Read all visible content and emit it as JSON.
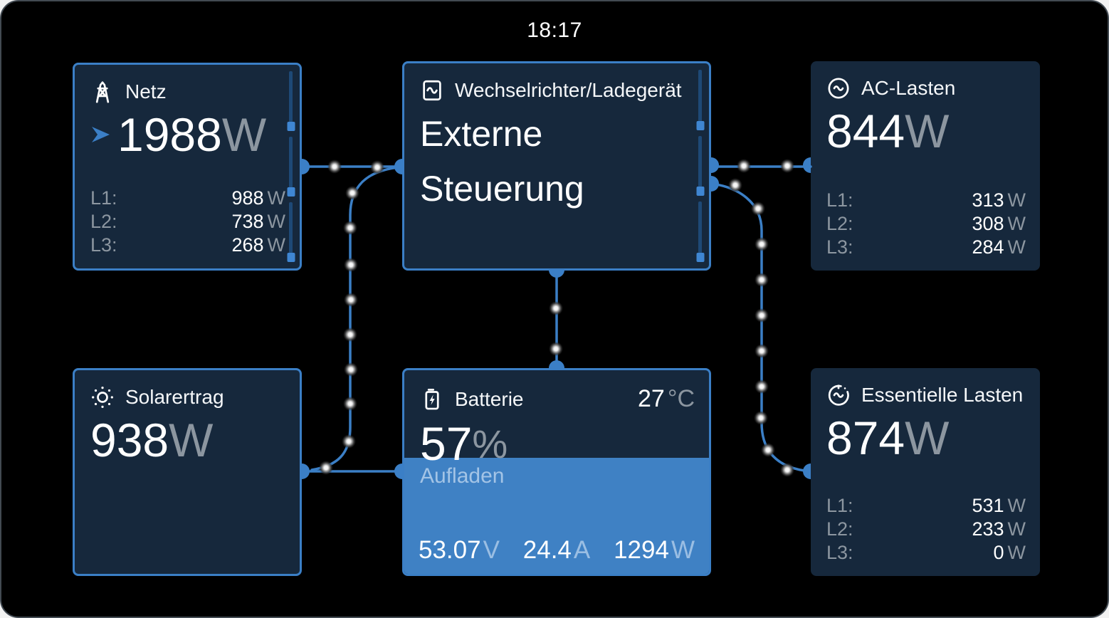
{
  "status_bar": {
    "time": "18:17"
  },
  "colors": {
    "accent": "#3B7FC6",
    "card_bg": "#16283C",
    "unit_text": "#8C96A0",
    "battery_fill": "#3F81C4"
  },
  "cards": {
    "grid": {
      "title": "Netz",
      "value": "1988",
      "unit": "W",
      "phases": [
        {
          "label": "L1:",
          "value": "988",
          "unit": "W"
        },
        {
          "label": "L2:",
          "value": "738",
          "unit": "W"
        },
        {
          "label": "L3:",
          "value": "268",
          "unit": "W"
        }
      ]
    },
    "inverter": {
      "title": "Wechselrichter/Ladegerät",
      "status": "Externe Steuerung"
    },
    "ac_loads": {
      "title": "AC-Lasten",
      "value": "844",
      "unit": "W",
      "phases": [
        {
          "label": "L1:",
          "value": "313",
          "unit": "W"
        },
        {
          "label": "L2:",
          "value": "308",
          "unit": "W"
        },
        {
          "label": "L3:",
          "value": "284",
          "unit": "W"
        }
      ]
    },
    "solar": {
      "title": "Solarertrag",
      "value": "938",
      "unit": "W"
    },
    "battery": {
      "title": "Batterie",
      "temperature": "27",
      "temperature_unit": "°C",
      "soc": "57",
      "soc_unit": "%",
      "soc_percent": 57,
      "state": "Aufladen",
      "voltage": "53.07",
      "voltage_unit": "V",
      "current": "24.4",
      "current_unit": "A",
      "power": "1294",
      "power_unit": "W"
    },
    "essential_loads": {
      "title": "Essentielle Lasten",
      "value": "874",
      "unit": "W",
      "phases": [
        {
          "label": "L1:",
          "value": "531",
          "unit": "W"
        },
        {
          "label": "L2:",
          "value": "233",
          "unit": "W"
        },
        {
          "label": "L3:",
          "value": "0",
          "unit": "W"
        }
      ]
    }
  }
}
